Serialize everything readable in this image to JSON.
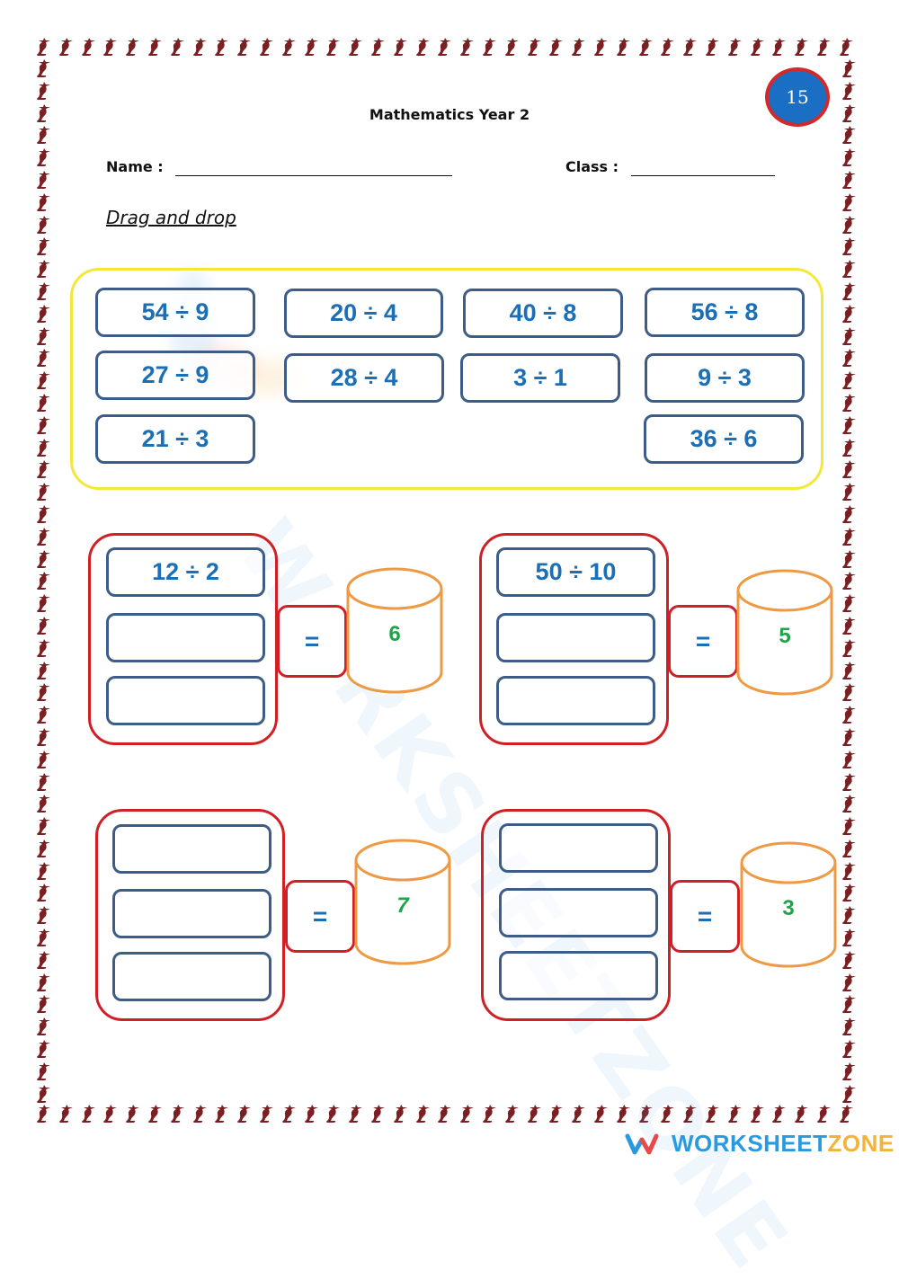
{
  "page": {
    "title": "Mathematics Year 2",
    "page_number": "15",
    "name_label": "Name :",
    "class_label": "Class :",
    "name_value": "",
    "class_value": "",
    "instruction": "Drag and drop"
  },
  "colors": {
    "tile_text": "#1c6fb4",
    "tile_border": "#3d5d88",
    "bank_border": "#f3e83a",
    "group_border": "#d11f26",
    "cylinder_stroke": "#ee9a45",
    "answer_text": "#1fa44a",
    "badge_fill": "#1a6fc4",
    "badge_ring": "#d22a2a",
    "border_motif": "#7a1f22"
  },
  "bank": {
    "tiles": [
      {
        "label": "54 ÷ 9"
      },
      {
        "label": "20 ÷ 4"
      },
      {
        "label": "40 ÷ 8"
      },
      {
        "label": "56 ÷ 8"
      },
      {
        "label": "27 ÷ 9"
      },
      {
        "label": "28 ÷ 4"
      },
      {
        "label": "3 ÷ 1"
      },
      {
        "label": "9 ÷ 3"
      },
      {
        "label": "21 ÷ 3"
      },
      {
        "label": "36 ÷ 6"
      }
    ]
  },
  "groups": [
    {
      "slots": [
        "12 ÷ 2",
        "",
        ""
      ],
      "equals": "=",
      "answer": "6"
    },
    {
      "slots": [
        "50 ÷ 10",
        "",
        ""
      ],
      "equals": "=",
      "answer": "5"
    },
    {
      "slots": [
        "",
        "",
        ""
      ],
      "equals": "=",
      "answer": "7"
    },
    {
      "slots": [
        "",
        "",
        ""
      ],
      "equals": "=",
      "answer": "3"
    }
  ],
  "watermark": "WORKSHEETZONE",
  "footer": {
    "brand_part1": "WORKSHEET",
    "brand_part2": "ZONE"
  }
}
